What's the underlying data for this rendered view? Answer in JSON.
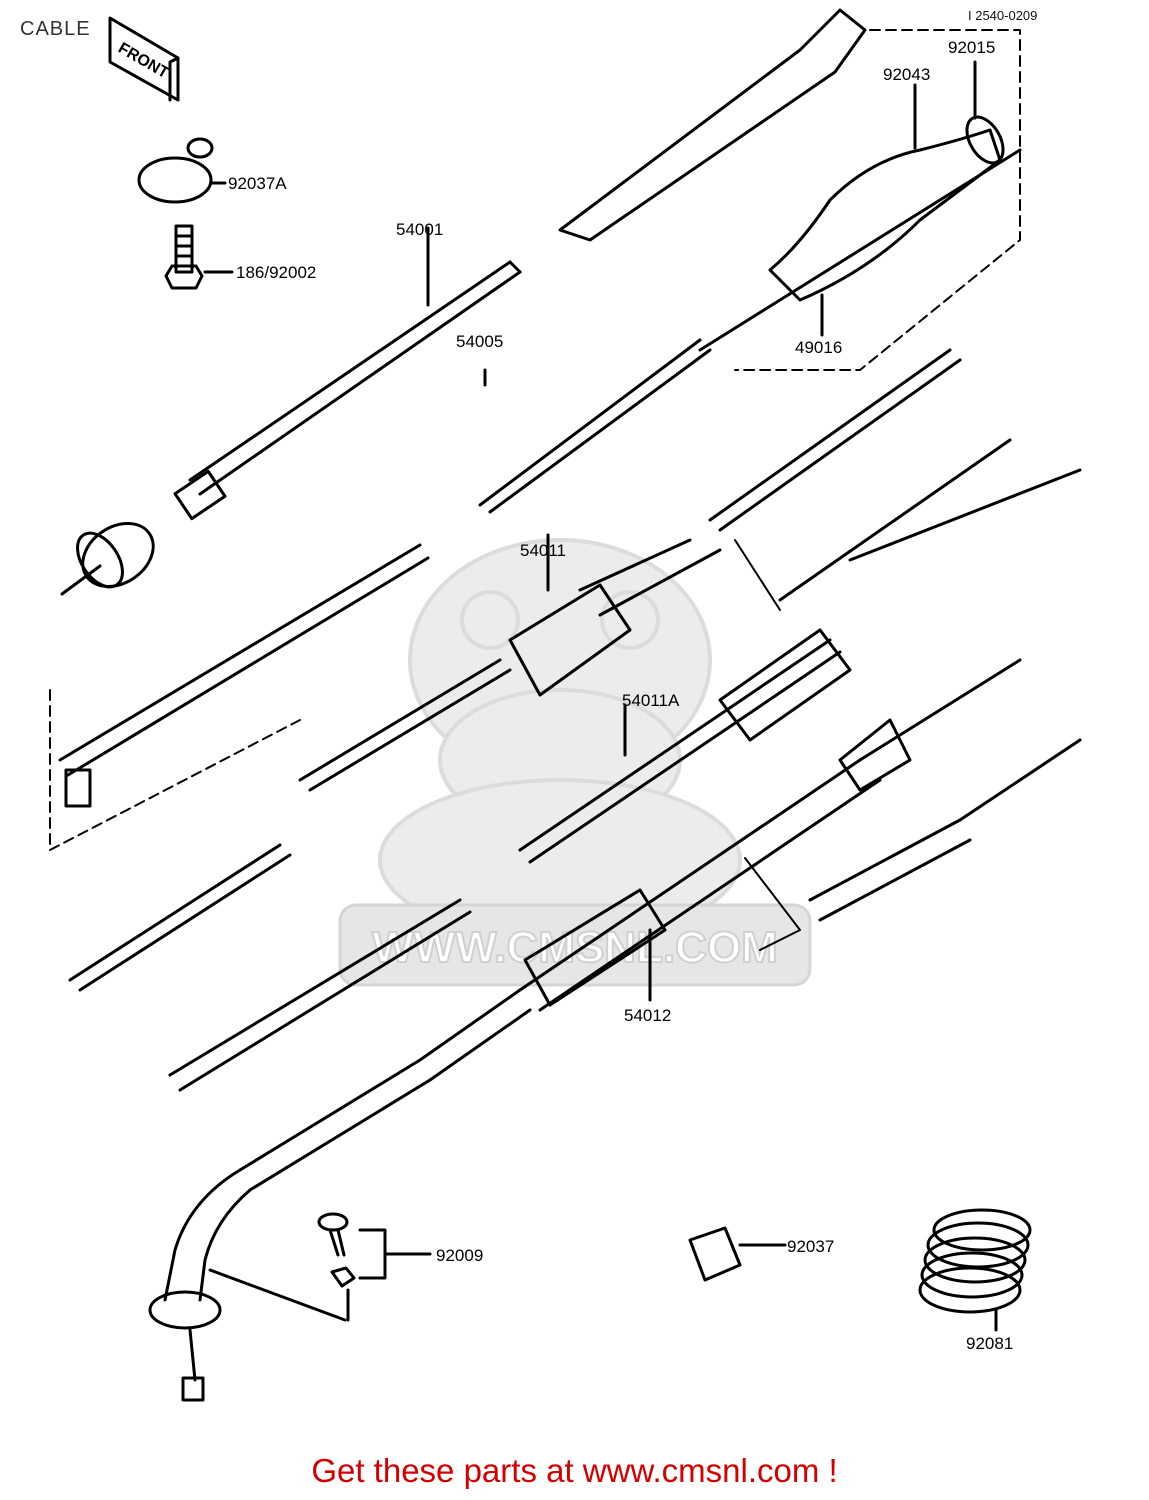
{
  "header": {
    "title": "CABLE",
    "code": "I 2540-0209"
  },
  "labels": {
    "p92037A": "92037A",
    "p186_92002": "186/92002",
    "p54001": "54001",
    "p54005": "54005",
    "p92043": "92043",
    "p92015": "92015",
    "p49016": "49016",
    "p54011": "54011",
    "p54011A": "54011A",
    "p54012": "54012",
    "p92009": "92009",
    "p92037": "92037",
    "p92081": "92081"
  },
  "front_tag": "FRONT",
  "watermark": "WWW.CMSNL.COM",
  "footer": {
    "text": "Get these parts at www.cmsnl.com !"
  },
  "colors": {
    "footer": "#d40000",
    "watermark": "#d9d9d9"
  }
}
